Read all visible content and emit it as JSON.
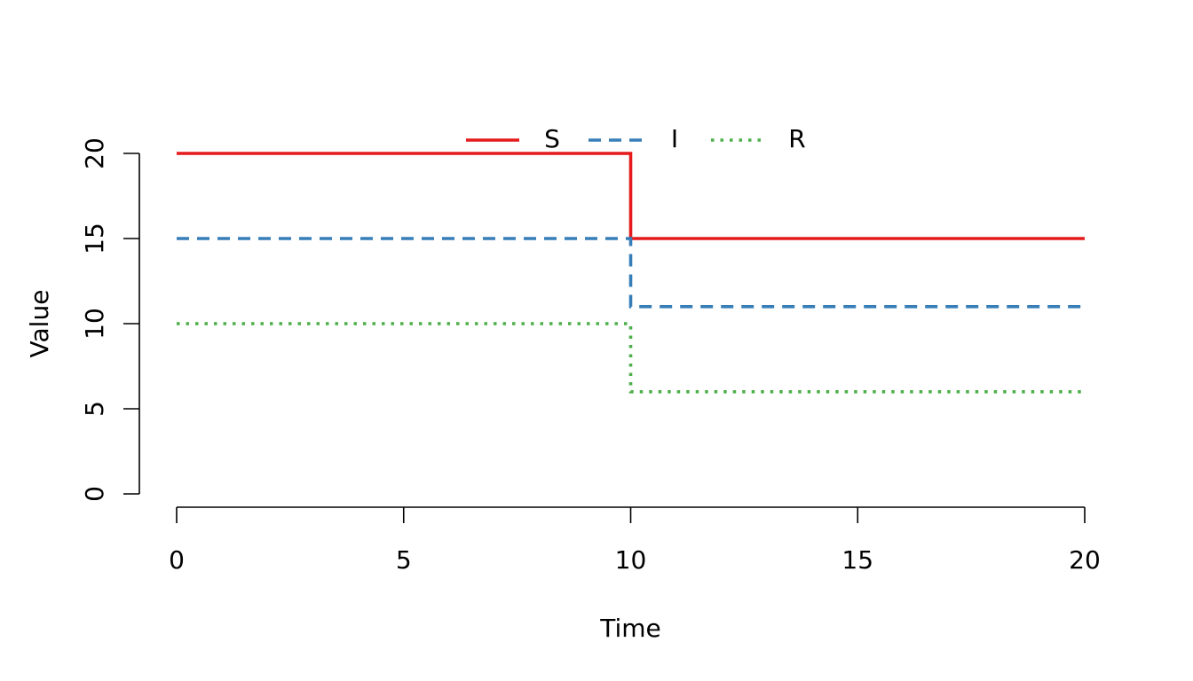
{
  "chart_data": {
    "type": "line",
    "step": true,
    "title": "",
    "xlabel": "Time",
    "ylabel": "Value",
    "xlim": [
      0,
      20
    ],
    "ylim": [
      0,
      20
    ],
    "x_ticks": [
      0,
      5,
      10,
      15,
      20
    ],
    "y_ticks": [
      0,
      5,
      10,
      15,
      20
    ],
    "grid": false,
    "legend_position": "top",
    "x": [
      0,
      10,
      20
    ],
    "series": [
      {
        "name": "S",
        "values": [
          20,
          15,
          15
        ],
        "color": "#e41a1c",
        "line_style": "solid"
      },
      {
        "name": "I",
        "values": [
          15,
          11,
          11
        ],
        "color": "#377eb8",
        "line_style": "dashed"
      },
      {
        "name": "R",
        "values": [
          10,
          6,
          6
        ],
        "color": "#4daf4a",
        "line_style": "dotted"
      }
    ]
  }
}
